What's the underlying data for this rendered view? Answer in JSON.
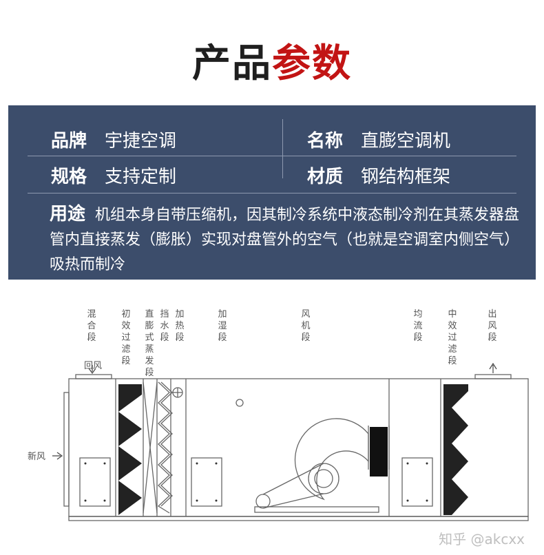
{
  "header": {
    "title_black": "产品",
    "title_red": "参数"
  },
  "specs": {
    "brand_label": "品牌",
    "brand_value": "宇捷空调",
    "name_label": "名称",
    "name_value": "直膨空调机",
    "spec_label": "规格",
    "spec_value": "支持定制",
    "material_label": "材质",
    "material_value": "钢结构框架",
    "usage_label": "用途",
    "usage_value": "机组本身自带压缩机，因其制冷系统中液态制冷剂在其蒸发器盘管内直接蒸发（膨胀）实现对盘管外的空气（也就是空调室内侧空气）吸热而制冷"
  },
  "diagram": {
    "sections": {
      "mixing": "混合段",
      "primary_filter": "初效过滤段",
      "dx_evaporator": "直膨式蒸发段",
      "water_baffle": "挡水段",
      "heating": "加热段",
      "humidifier": "加湿段",
      "fan": "风机段",
      "equalizer": "均流段",
      "medium_filter": "中效过滤段",
      "outlet": "出风段"
    },
    "return_air": "回风",
    "fresh_air": "新风"
  },
  "watermark": "知乎 @akcxx",
  "colors": {
    "panel_bg": "#3c4d6b",
    "accent_red": "#c21414"
  }
}
